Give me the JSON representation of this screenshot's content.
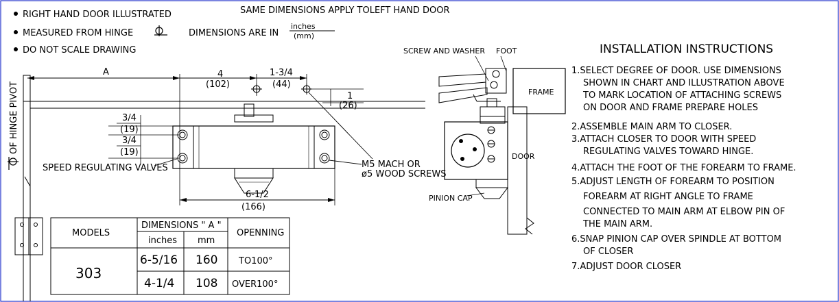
{
  "notes": {
    "right_hand": "RIGHT HAND DOOR ILLUSTRATED",
    "same_dims": "SAME DIMENSIONS APPLY TOLEFT HAND DOOR",
    "measured": "MEASURED FROM HINGE",
    "dims_in": "DIMENSIONS ARE IN",
    "unit_top": "inches",
    "unit_bottom": "(mm)",
    "no_scale": "DO NOT SCALE DRAWING"
  },
  "drawing": {
    "hinge_label": "OF HINGE PIVOT",
    "dim_a": "A",
    "dim_4": "4",
    "dim_102": "(102)",
    "dim_134": "1-3/4",
    "dim_44": "(44)",
    "dim_1": "1",
    "dim_26": "(26)",
    "dim_34a": "3/4",
    "dim_19a": "(19)",
    "dim_34b": "3/4",
    "dim_19b": "(19)",
    "speed_valves": "SPEED REGULATING VALVES",
    "m5_1": "M5 MACH OR",
    "m5_2": "ø5 WOOD SCREWS",
    "dim_612": "6-1/2",
    "dim_166": "(166)",
    "screw_washer": "SCREW AND WASHER",
    "foot": "FOOT",
    "frame": "FRAME",
    "door": "DOOR",
    "pinion_cap": "PINION CAP"
  },
  "table": {
    "h_models": "MODELS",
    "h_dims": "DIMENSIONS \" A \"",
    "h_inches": "inches",
    "h_mm": "mm",
    "h_open": "OPENNING",
    "model": "303",
    "rows": [
      {
        "inches": "6-5/16",
        "mm": "160",
        "open": "TO100°"
      },
      {
        "inches": "4-1/4",
        "mm": "108",
        "open": "OVER100°"
      }
    ]
  },
  "instructions": {
    "title": "INSTALLATION INSTRUCTIONS",
    "lines": [
      "1.SELECT DEGREE OF DOOR. USE DIMENSIONS",
      "SHOWN IN CHART AND ILLUSTRATION ABOVE",
      "TO MARK LOCATION OF ATTACHING SCREWS",
      "ON DOOR AND FRAME PREPARE HOLES",
      "2.ASSEMBLE MAIN ARM TO CLOSER.",
      "3.ATTACH CLOSER TO DOOR WITH SPEED",
      "REGULATING VALVES TOWARD HINGE.",
      "4.ATTACH THE FOOT OF THE FOREARM TO FRAME.",
      "5.ADJUST LENGTH OF FOREARM TO POSITION",
      "FOREARM AT RIGHT ANGLE TO FRAME",
      "CONNECTED TO MAIN ARM AT ELBOW PIN OF",
      "THE MAIN ARM.",
      "6.SNAP PINION CAP OVER SPINDLE AT BOTTOM",
      "OF CLOSER",
      "7.ADJUST DOOR CLOSER"
    ]
  }
}
